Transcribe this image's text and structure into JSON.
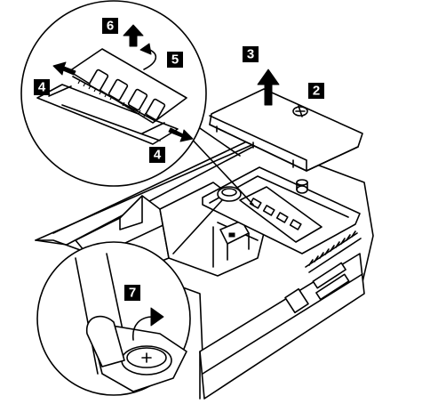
{
  "steps": [
    {
      "id": "step-2",
      "label": "2"
    },
    {
      "id": "step-3",
      "label": "3"
    },
    {
      "id": "step-4a",
      "label": "4"
    },
    {
      "id": "step-4b",
      "label": "4"
    },
    {
      "id": "step-5",
      "label": "5"
    },
    {
      "id": "step-6",
      "label": "6"
    },
    {
      "id": "step-7",
      "label": "7"
    }
  ]
}
